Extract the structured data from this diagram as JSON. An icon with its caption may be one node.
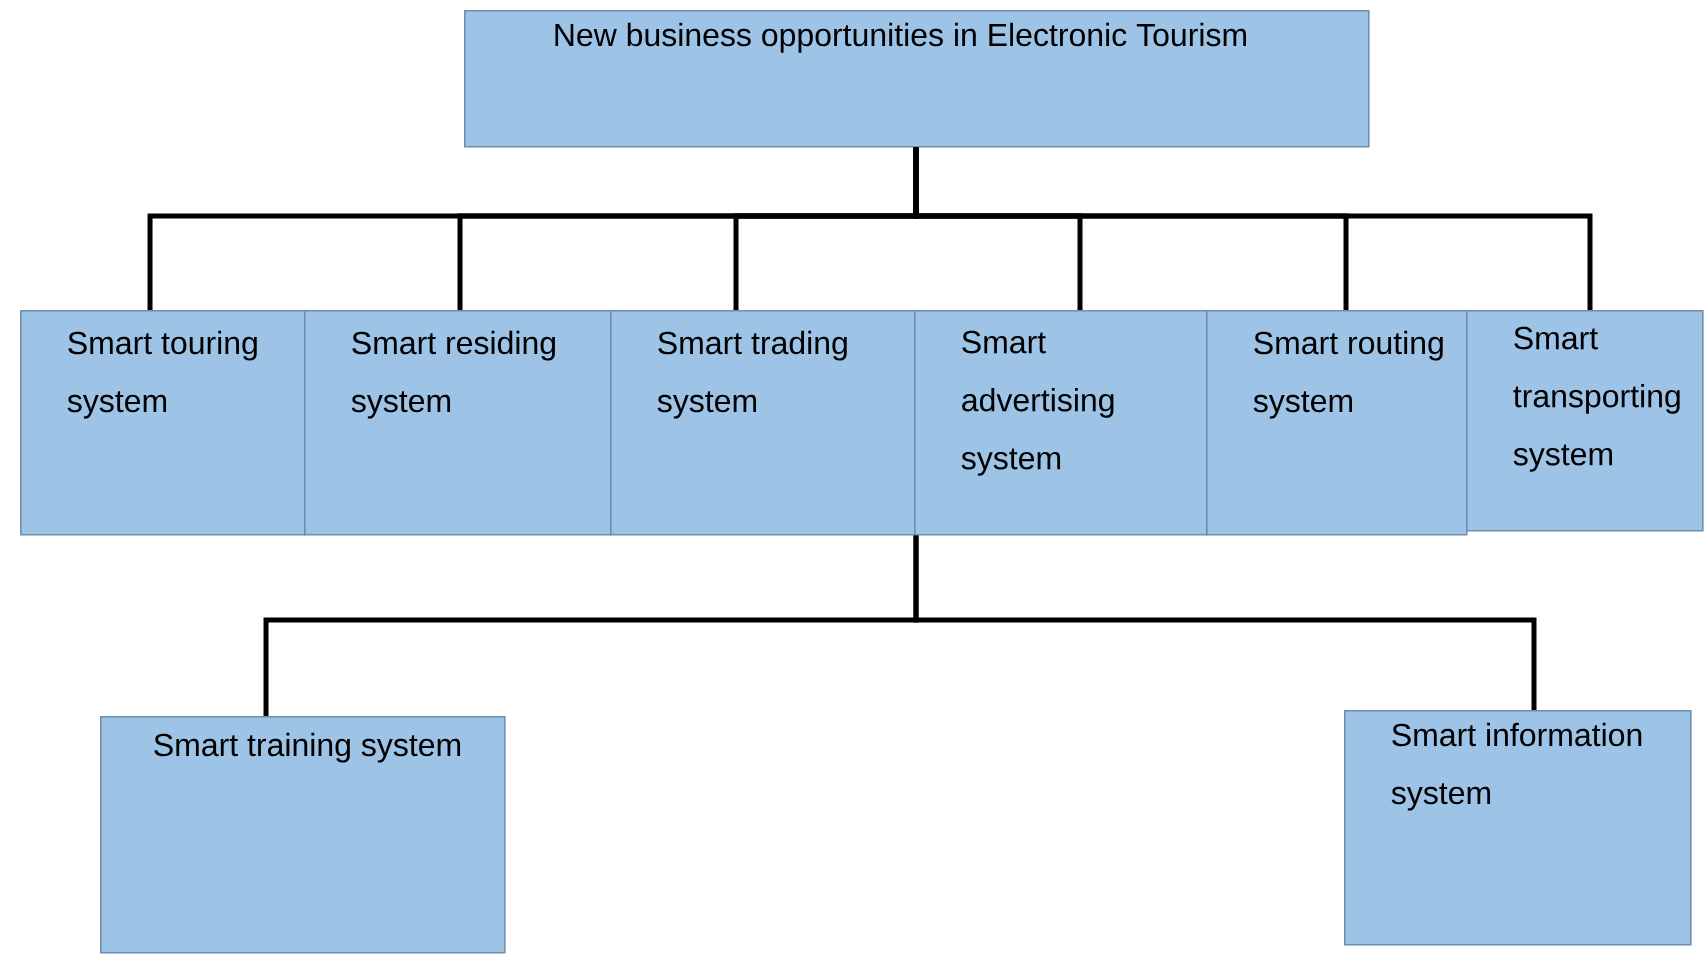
{
  "diagram": {
    "nodes": [
      {
        "text": [
          "New business opportunities in Electronic Tourism"
        ]
      },
      {
        "text": [
          "Smart touring system"
        ]
      },
      {
        "text": [
          "Smart residing system"
        ]
      },
      {
        "text": [
          "Smart trading system"
        ]
      },
      {
        "text": [
          "Smart advertising system"
        ]
      },
      {
        "text": [
          "Smart routing system"
        ]
      },
      {
        "text": [
          "Smart transporting system"
        ]
      },
      {
        "text": [
          "Smart training system"
        ]
      },
      {
        "text": [
          "Smart information system"
        ]
      }
    ],
    "edges": [
      {
        "from": 0,
        "to": 1,
        "arrow": "none"
      },
      {
        "from": 0,
        "to": 2,
        "arrow": "none"
      },
      {
        "from": 0,
        "to": 3,
        "arrow": "none"
      },
      {
        "from": 0,
        "to": 4,
        "arrow": "none"
      },
      {
        "from": 0,
        "to": 5,
        "arrow": "none"
      },
      {
        "from": 0,
        "to": 6,
        "arrow": "none"
      },
      {
        "from": 4,
        "to": 7,
        "arrow": "none"
      },
      {
        "from": 4,
        "to": 8,
        "arrow": "none"
      }
    ]
  }
}
